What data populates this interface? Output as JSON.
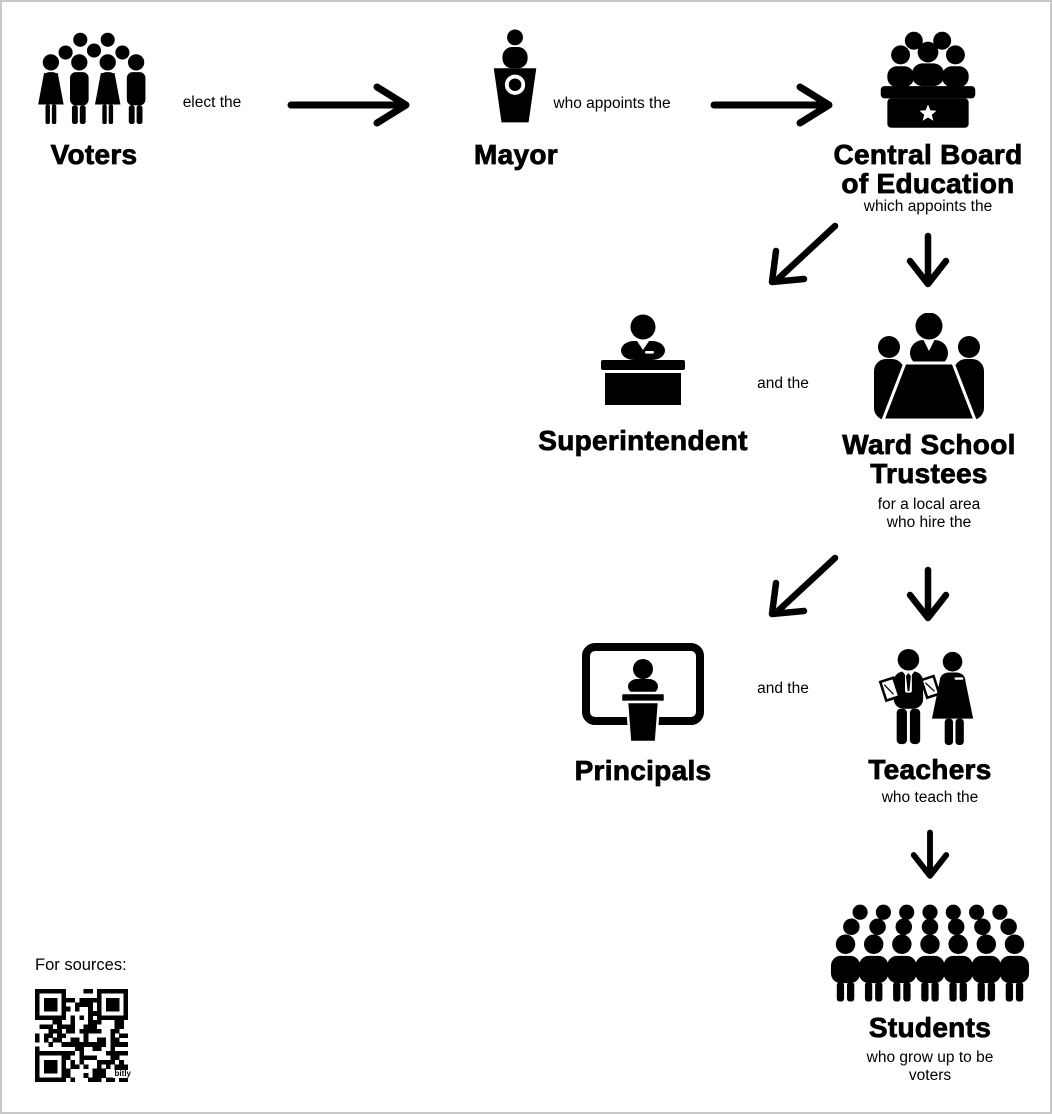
{
  "canvas": {
    "background": "#ffffff",
    "border_color": "#c8c8c8",
    "ink": "#000000"
  },
  "nodes": {
    "voters": {
      "label": "Voters",
      "icon": "crowd-icon"
    },
    "mayor": {
      "label": "Mayor",
      "icon": "speaker-podium-icon"
    },
    "central_board": {
      "label": [
        "Central Board",
        "of Education"
      ],
      "note": "which appoints the",
      "icon": "board-bench-star-icon"
    },
    "superintendent": {
      "label": "Superintendent",
      "icon": "person-at-desk-icon"
    },
    "ward_trustees": {
      "label": [
        "Ward School",
        "Trustees"
      ],
      "note": [
        "for a local area",
        "who hire the"
      ],
      "icon": "meeting-table-icon"
    },
    "principals": {
      "label": "Principals",
      "icon": "lecturer-screen-icon"
    },
    "teachers": {
      "label": "Teachers",
      "note": "who teach the",
      "icon": "teacher-pair-icon"
    },
    "students": {
      "label": "Students",
      "note": [
        "who grow up to be",
        "voters"
      ],
      "icon": "student-crowd-icon"
    }
  },
  "edges": {
    "voters_mayor": "elect the",
    "mayor_board": "who appoints the",
    "superintendent_and": "and the",
    "principals_and": "and the"
  },
  "sources": {
    "label": "For sources:",
    "qr_caption": "bitly"
  }
}
